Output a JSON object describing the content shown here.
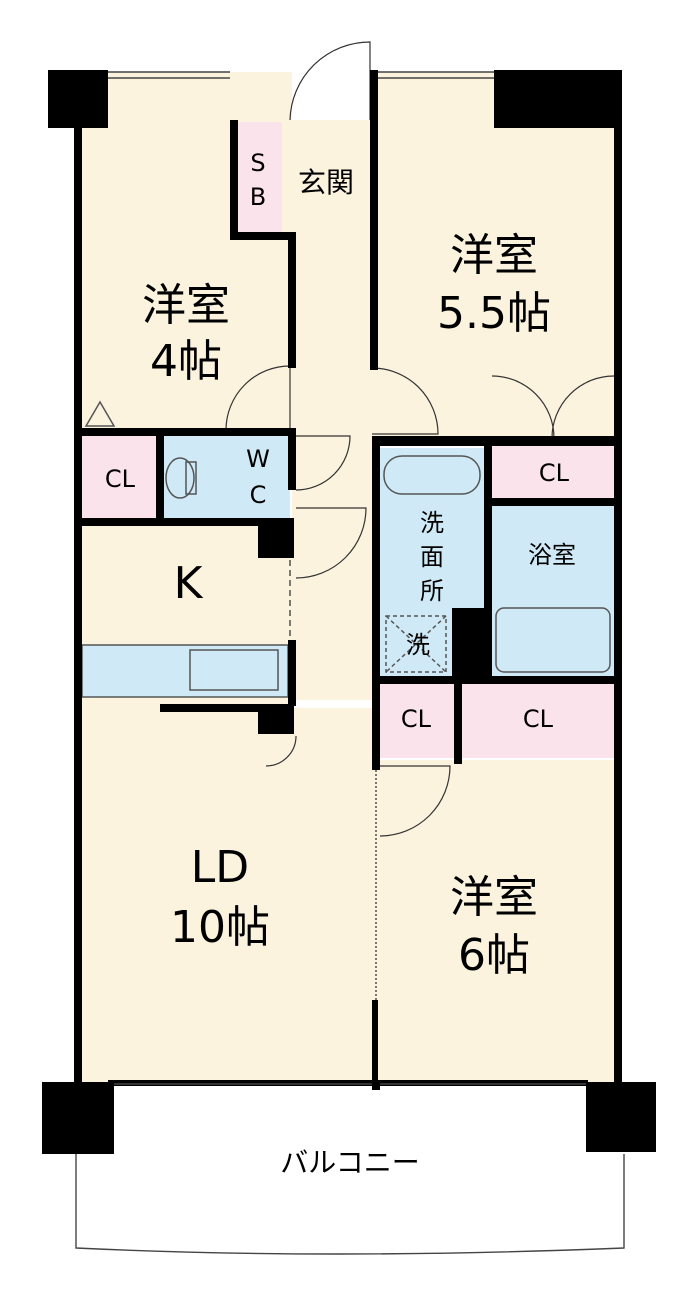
{
  "rooms": {
    "western_room_1": {
      "name": "洋室",
      "size": "4帖"
    },
    "western_room_2": {
      "name": "洋室",
      "size": "5.5帖"
    },
    "western_room_3": {
      "name": "洋室",
      "size": "6帖"
    },
    "living_dining": {
      "name": "LD",
      "size": "10帖"
    },
    "kitchen": {
      "name": "K"
    },
    "entrance": {
      "name": "玄関"
    },
    "shoe_box": {
      "line1": "S",
      "line2": "B"
    },
    "toilet": {
      "line1": "W",
      "line2": "C"
    },
    "washroom": {
      "line1": "洗",
      "line2": "面",
      "line3": "所"
    },
    "washer_space": {
      "name": "洗"
    },
    "bathroom": {
      "name": "浴室"
    },
    "balcony": {
      "name": "バルコニー"
    }
  },
  "closets": {
    "cl_1": "CL",
    "cl_2": "CL",
    "cl_3": "CL",
    "cl_4": "CL"
  },
  "colors": {
    "floor": "#fbf3de",
    "closet": "#fbe3ec",
    "water": "#cfeaf6",
    "wall": "#000000",
    "balcony": "#ffffff"
  }
}
